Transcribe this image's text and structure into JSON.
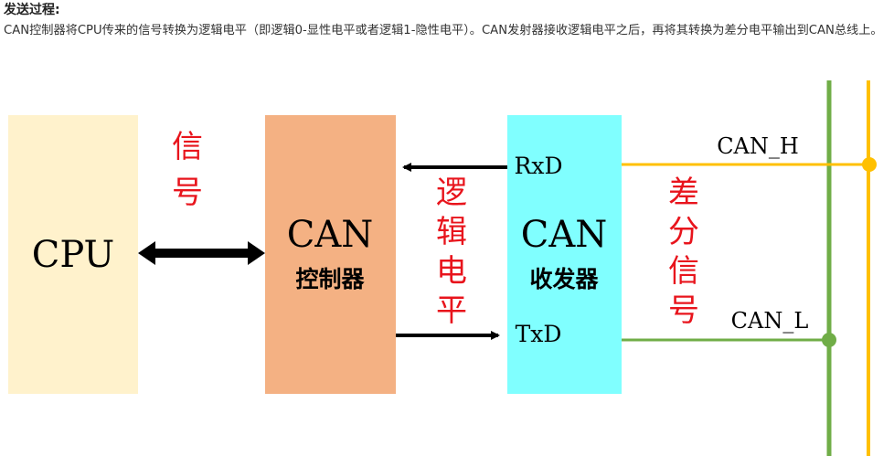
{
  "header": {
    "title": "发送过程:",
    "paragraph": "CAN控制器将CPU传来的信号转换为逻辑电平（即逻辑0-显性电平或者逻辑1-隐性电平）。CAN发射器接收逻辑电平之后，再将其转换为差分电平输出到CAN总线上。"
  },
  "diagram": {
    "cpu_label": "CPU",
    "controller_title": "CAN",
    "controller_subtitle": "控制器",
    "transceiver_title": "CAN",
    "transceiver_subtitle": "收发器",
    "signal_label": [
      "信",
      "号"
    ],
    "logic_label": [
      "逻",
      "辑",
      "电",
      "平"
    ],
    "diff_label": [
      "差",
      "分",
      "信",
      "号"
    ],
    "rxd": "RxD",
    "txd": "TxD",
    "can_h": "CAN_H",
    "can_l": "CAN_L"
  },
  "colors": {
    "cpu_box": "#fff2cc",
    "controller_box": "#f4b183",
    "transceiver_box": "#80ffff",
    "can_h_line": "#ffc000",
    "can_l_line": "#70ad47",
    "label_red": "#e8141c"
  }
}
